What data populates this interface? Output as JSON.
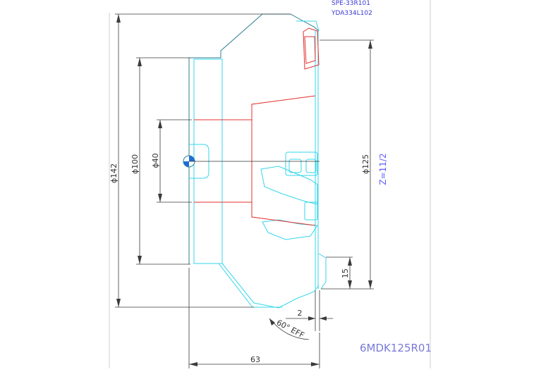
{
  "drawing": {
    "insert_codes": [
      "SPE-33R101",
      "YDA334L102"
    ],
    "dimensions": {
      "d142": "ϕ142",
      "d100": "ϕ100",
      "d40": "ϕ40",
      "d125": "ϕ125",
      "teeth": "Z=11/2",
      "h15": "15",
      "w2": "2",
      "angle": "60° EFF",
      "w63": "63"
    },
    "model": "6MDK125R01"
  },
  "colors": {
    "cyan": "#35d6ea",
    "teal": "#2b7f90",
    "red": "#e0302c",
    "dim": "#3a3a3a",
    "blue_text": "#3a3ad6"
  }
}
